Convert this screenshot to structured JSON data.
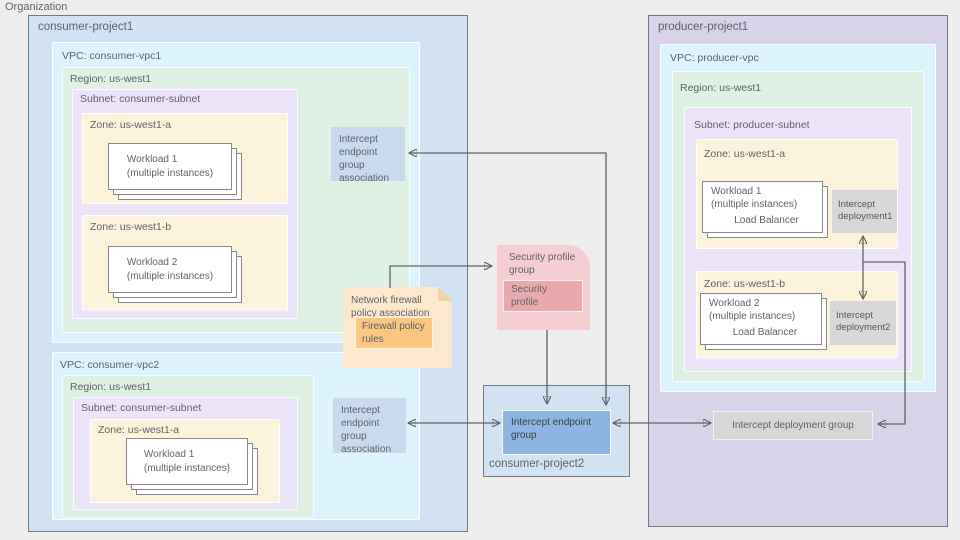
{
  "organization": {
    "label": "Organization"
  },
  "consumer_project1": {
    "label": "consumer-project1",
    "vpc1": {
      "label": "VPC: consumer-vpc1",
      "region": {
        "label": "Region: us-west1"
      },
      "subnet": {
        "label": "Subnet: consumer-subnet"
      },
      "zone_a": {
        "label": "Zone: us-west1-a",
        "workload": {
          "line1": "Workload 1",
          "line2": "(multiple instances)"
        }
      },
      "zone_b": {
        "label": "Zone: us-west1-b",
        "workload": {
          "line1": "Workload 2",
          "line2": "(multiple instances)"
        }
      }
    },
    "vpc2": {
      "label": "VPC: consumer-vpc2",
      "region": {
        "label": "Region: us-west1"
      },
      "subnet": {
        "label": "Subnet: consumer-subnet"
      },
      "zone_a": {
        "label": "Zone: us-west1-a",
        "workload": {
          "line1": "Workload 1",
          "line2": "(multiple instances)"
        }
      }
    },
    "endpoint_group_association_top": {
      "lines": [
        "Intercept",
        "endpoint",
        "group",
        "association"
      ]
    },
    "endpoint_group_association_bottom": {
      "lines": [
        "Intercept",
        "endpoint",
        "group",
        "association"
      ]
    },
    "firewall_policy": {
      "title_line1": "Network firewall",
      "title_line2": "policy association",
      "rules_line1": "Firewall policy",
      "rules_line2": "rules"
    }
  },
  "security_profile_group": {
    "title_line1": "Security profile",
    "title_line2": "group",
    "profile_line1": "Security",
    "profile_line2": "profile"
  },
  "consumer_project2": {
    "label": "consumer-project2",
    "endpoint_group": {
      "line1": "Intercept endpoint",
      "line2": "group"
    }
  },
  "producer_project1": {
    "label": "producer-project1",
    "vpc": {
      "label": "VPC: producer-vpc"
    },
    "region": {
      "label": "Region: us-west1"
    },
    "subnet": {
      "label": "Subnet: producer-subnet"
    },
    "zone_a": {
      "label": "Zone: us-west1-a",
      "workload": {
        "line1": "Workload 1",
        "line2": "(multiple instances)",
        "line3": "Load Balancer"
      },
      "deployment": {
        "line1": "Intercept",
        "line2": "deployment1"
      }
    },
    "zone_b": {
      "label": "Zone: us-west1-b",
      "workload": {
        "line1": "Workload 2",
        "line2": "(multiple instances)",
        "line3": "Load Balancer"
      },
      "deployment": {
        "line1": "Intercept",
        "line2": "deployment2"
      }
    },
    "deployment_group": {
      "label": "Intercept deployment group"
    }
  },
  "colors": {
    "canvas": "#eeeeee",
    "project_blue": "#d3e2f3",
    "vpc_cyan": "#def4fc",
    "region_green": "#dff0e4",
    "subnet_purple": "#ece4f8",
    "zone_yellow": "#fbf3dc",
    "association_blue": "#c9daef",
    "firewall_peach": "#fce8cd",
    "firewall_rules_orange": "#f9c782",
    "security_pink": "#f4ced2",
    "security_profile_dark_pink": "#e9aaae",
    "endpoint_group_blue": "#8eb5e2",
    "producer_lavender": "#d9d3e9",
    "deployment_gray": "#d7d7d7",
    "arrow": "#616161",
    "text": "#5f6368",
    "border_dark": "#75787c"
  }
}
